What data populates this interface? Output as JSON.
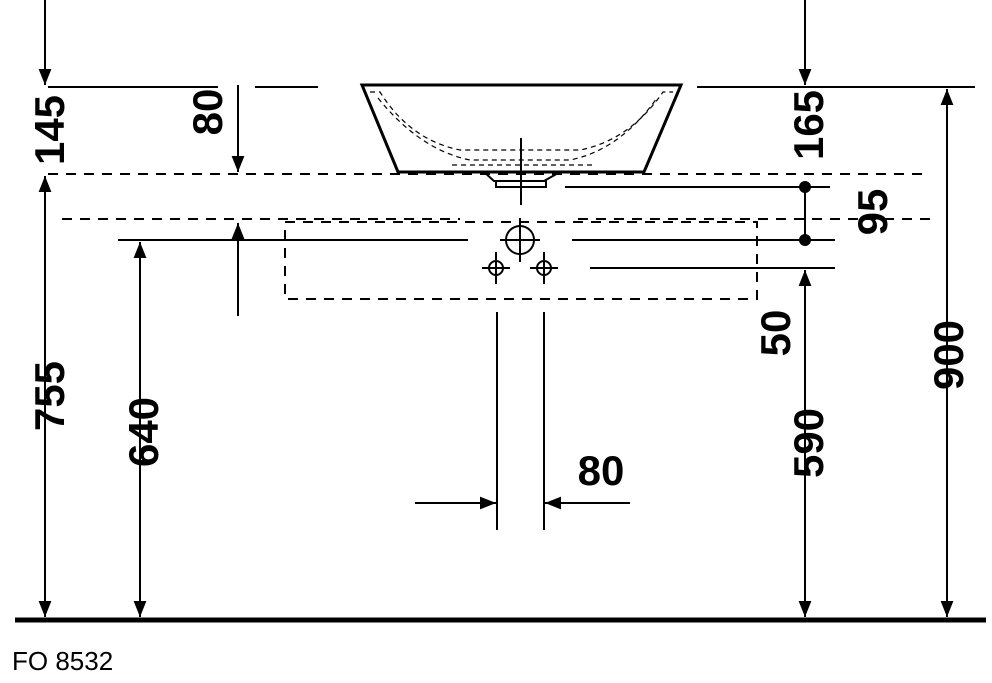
{
  "drawing": {
    "code": "FO 8532",
    "dimensions": {
      "top_left_height": "145",
      "rim_to_counter": "80",
      "top_right_height": "165",
      "drain_offset": "95",
      "counter_height": "755",
      "cabinet_top": "640",
      "waste_offset": "50",
      "waste_height": "590",
      "total_height": "900",
      "pipe_spacing": "80"
    }
  }
}
